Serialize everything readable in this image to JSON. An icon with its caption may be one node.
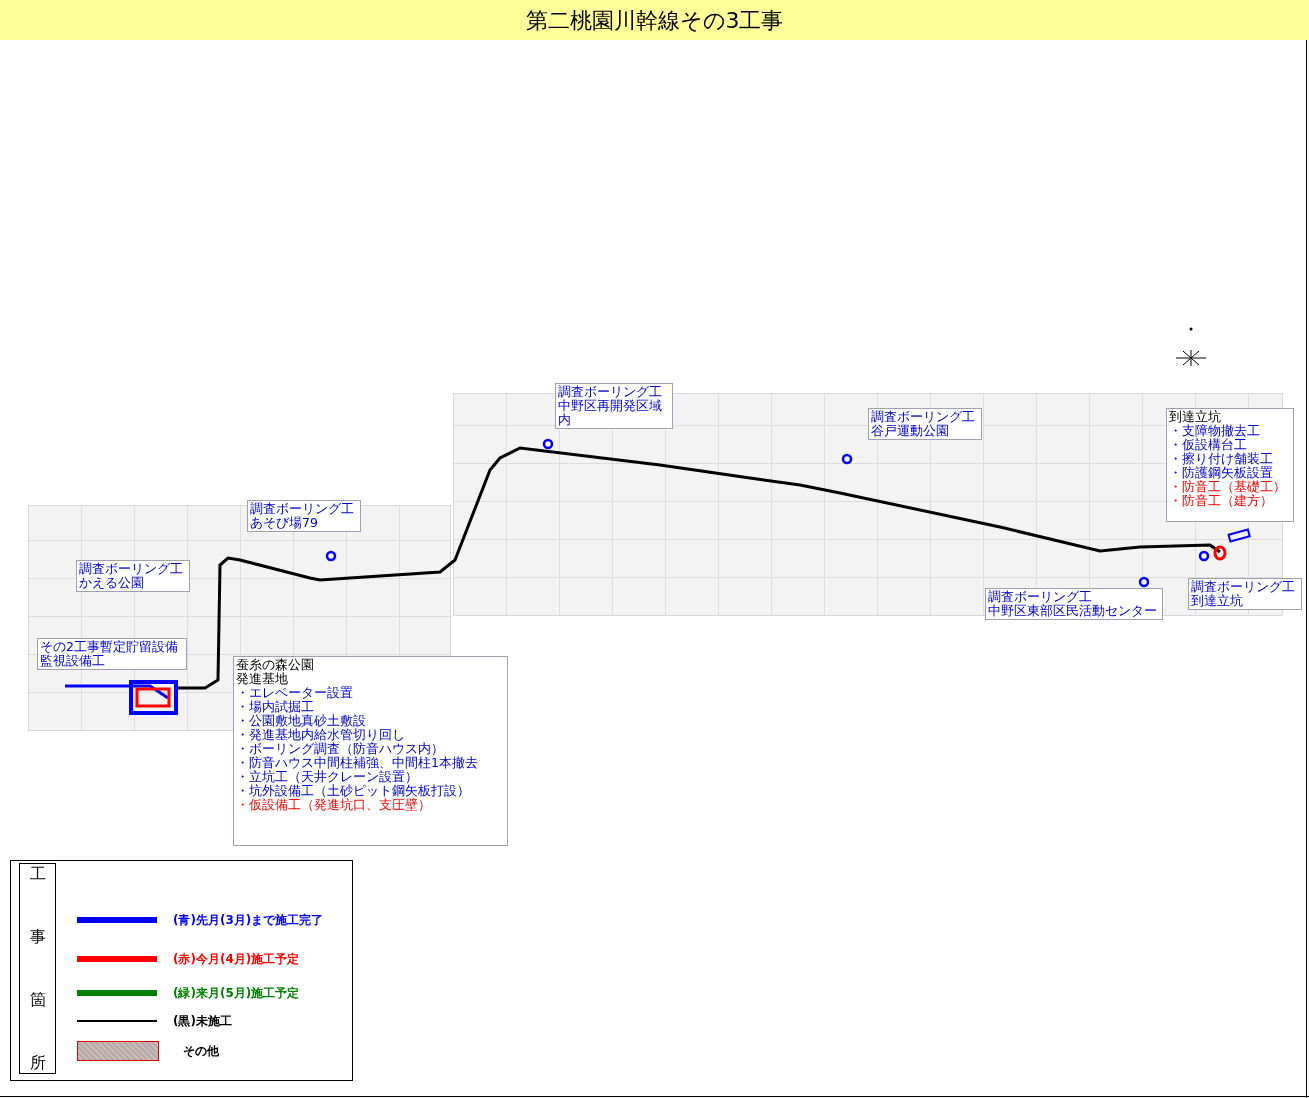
{
  "diagram": {
    "title": "第二桃園川幹線その3工事",
    "nodes": [
      {
        "text": [
          "調査ボーリング工",
          "中野区再開発区域内"
        ]
      },
      {
        "text": [
          "調査ボーリング工",
          "谷戸運動公園"
        ]
      },
      {
        "text": [
          "到達立坑",
          "・支障物撤去工",
          "・仮設構台工",
          "・擦り付け舗装工",
          "・防護鋼矢板設置",
          "・防音工（基礎工）",
          "・防音工（建方）"
        ]
      },
      {
        "text": [
          "調査ボーリング工",
          "あそび場79"
        ]
      },
      {
        "text": [
          "調査ボーリング工",
          "かえる公園"
        ]
      },
      {
        "text": [
          "調査ボーリング工",
          "中野区東部区民活動センター"
        ]
      },
      {
        "text": [
          "調査ボーリング工到達立坑"
        ]
      },
      {
        "text": [
          "その2工事暫定貯留設備監視設備工"
        ]
      },
      {
        "text": [
          "蚕糸の森公園",
          "発進基地",
          "・エレベーター設置",
          "・場内試掘工",
          "・公園敷地真砂土敷設",
          "・発進基地内給水管切り回し",
          "・ボーリング調査（防音ハウス内）",
          "・防音ハウス中間柱補強、中間柱1本撤去",
          "・立坑工（天井クレーン設置）",
          "・坑外設備工（土砂ピット鋼矢板打設）",
          "・仮設備工（発進坑口、支圧壁）"
        ]
      }
    ],
    "labels": [
      "工事箇所"
    ],
    "legend": [
      {
        "text": "(青)先月(3月)まで施工完了",
        "color": "#0000ff"
      },
      {
        "text": "(赤)今月(4月)施工予定",
        "color": "#ff0000"
      },
      {
        "text": "(緑)来月(5月)施工予定",
        "color": "#008000"
      },
      {
        "text": "(黒)未施工"
      },
      {
        "text": "その他"
      }
    ]
  }
}
